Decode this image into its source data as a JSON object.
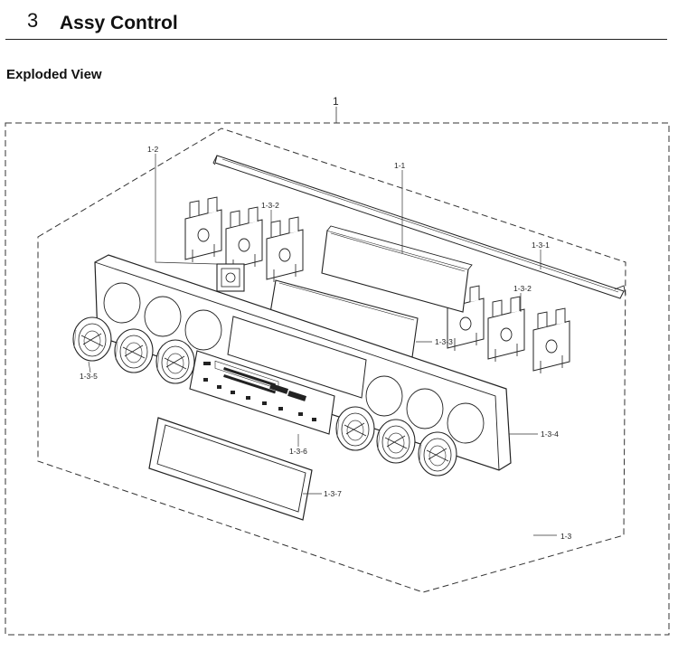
{
  "header": {
    "section_number": "3",
    "section_title": "Assy Control"
  },
  "subheading": "Exploded View",
  "callouts": {
    "assembly": "1",
    "c1_1": "1-1",
    "c1_2": "1-2",
    "c1_3": "1-3",
    "c1_3_1": "1-3-1",
    "c1_3_2a": "1-3-2",
    "c1_3_2b": "1-3-2",
    "c1_3_3": "1-3-3",
    "c1_3_4": "1-3-4",
    "c1_3_5": "1-3-5",
    "c1_3_6": "1-3-6",
    "c1_3_7": "1-3-7"
  }
}
